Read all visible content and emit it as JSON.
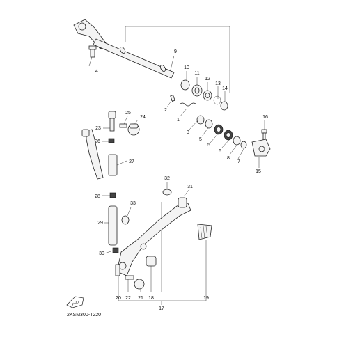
{
  "callouts": [
    "1",
    "2",
    "3",
    "4",
    "5",
    "6",
    "7",
    "8",
    "9",
    "10",
    "11",
    "12",
    "13",
    "14",
    "15",
    "16",
    "17",
    "18",
    "19",
    "20",
    "21",
    "22",
    "23",
    "24",
    "25",
    "26",
    "27",
    "28",
    "29",
    "30",
    "31",
    "32",
    "33"
  ],
  "diagram_code": "2KSM300-T220",
  "front_marker_text": "FWD",
  "colors": {
    "ink": "#222222",
    "part_fill": "#f4f4f4",
    "background": "#ffffff"
  }
}
